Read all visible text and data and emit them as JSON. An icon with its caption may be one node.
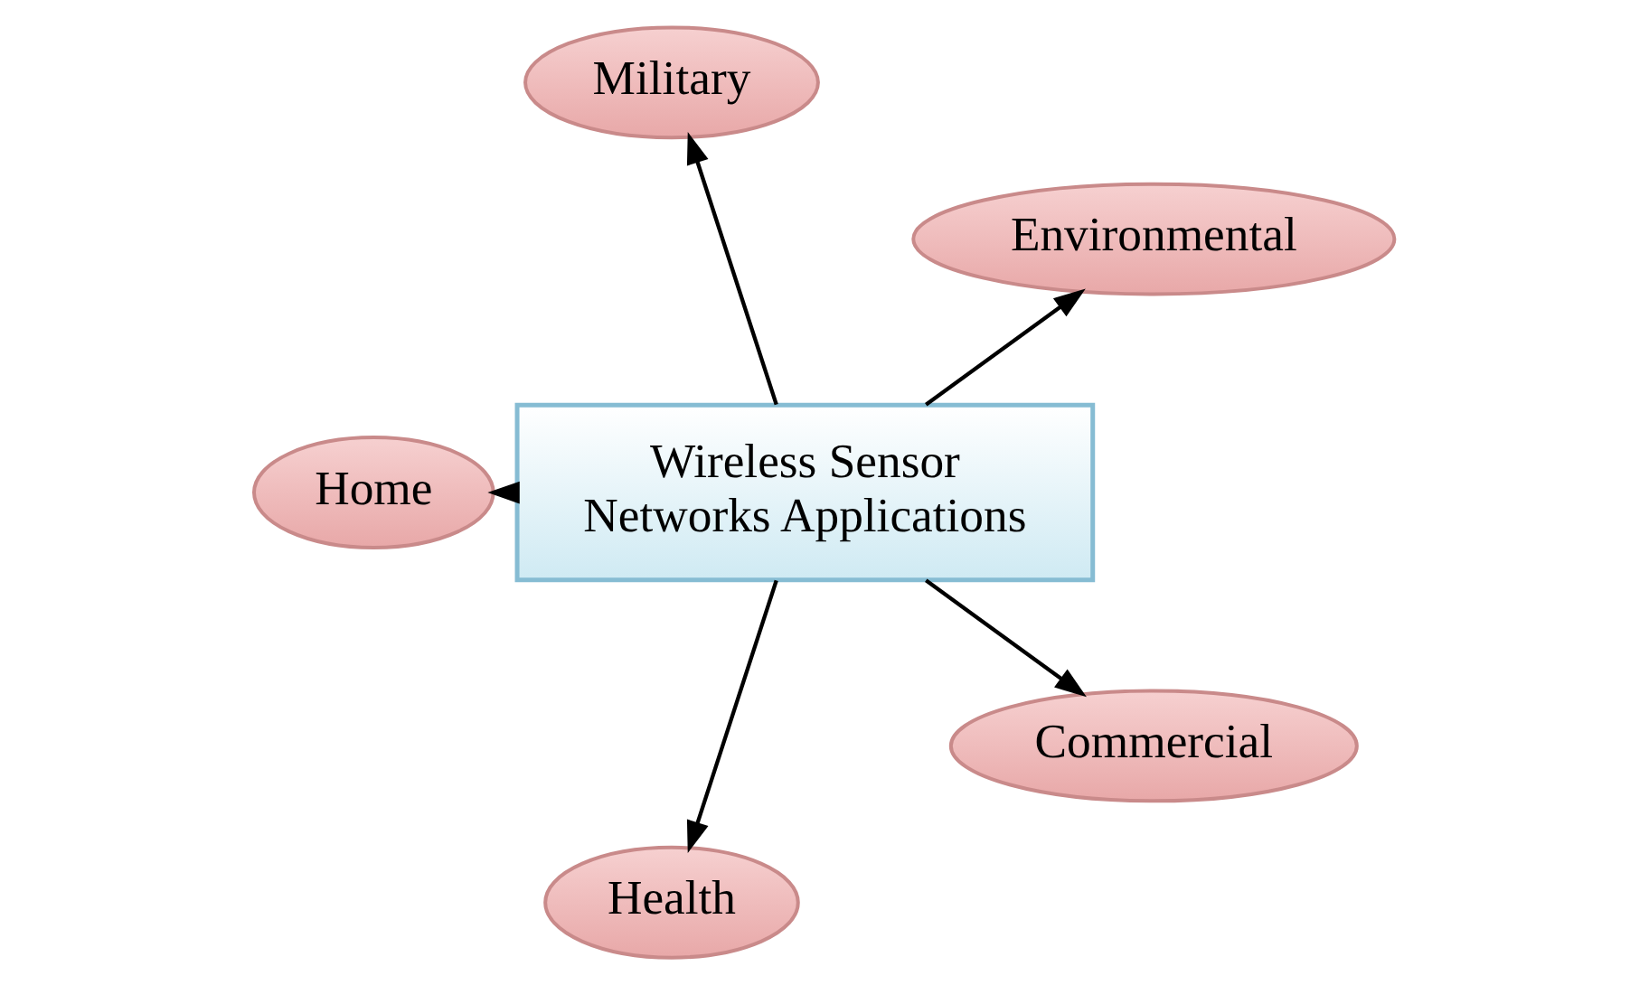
{
  "diagram": {
    "nodes": [
      {
        "text": [
          "Environmental"
        ]
      },
      {
        "text": [
          "Military"
        ]
      },
      {
        "text": [
          "Home"
        ]
      },
      {
        "text": [
          "Wireless Sensor Networks Applications"
        ]
      },
      {
        "text": [
          "Health"
        ]
      },
      {
        "text": [
          "Commercial"
        ]
      }
    ],
    "edges": [
      {
        "from": 3,
        "to": 0,
        "arrow": "to"
      },
      {
        "from": 3,
        "to": 1,
        "arrow": "to"
      },
      {
        "from": 3,
        "to": 2,
        "arrow": "to"
      },
      {
        "from": 3,
        "to": 4,
        "arrow": "to"
      },
      {
        "from": 3,
        "to": 5,
        "arrow": "to"
      }
    ]
  }
}
